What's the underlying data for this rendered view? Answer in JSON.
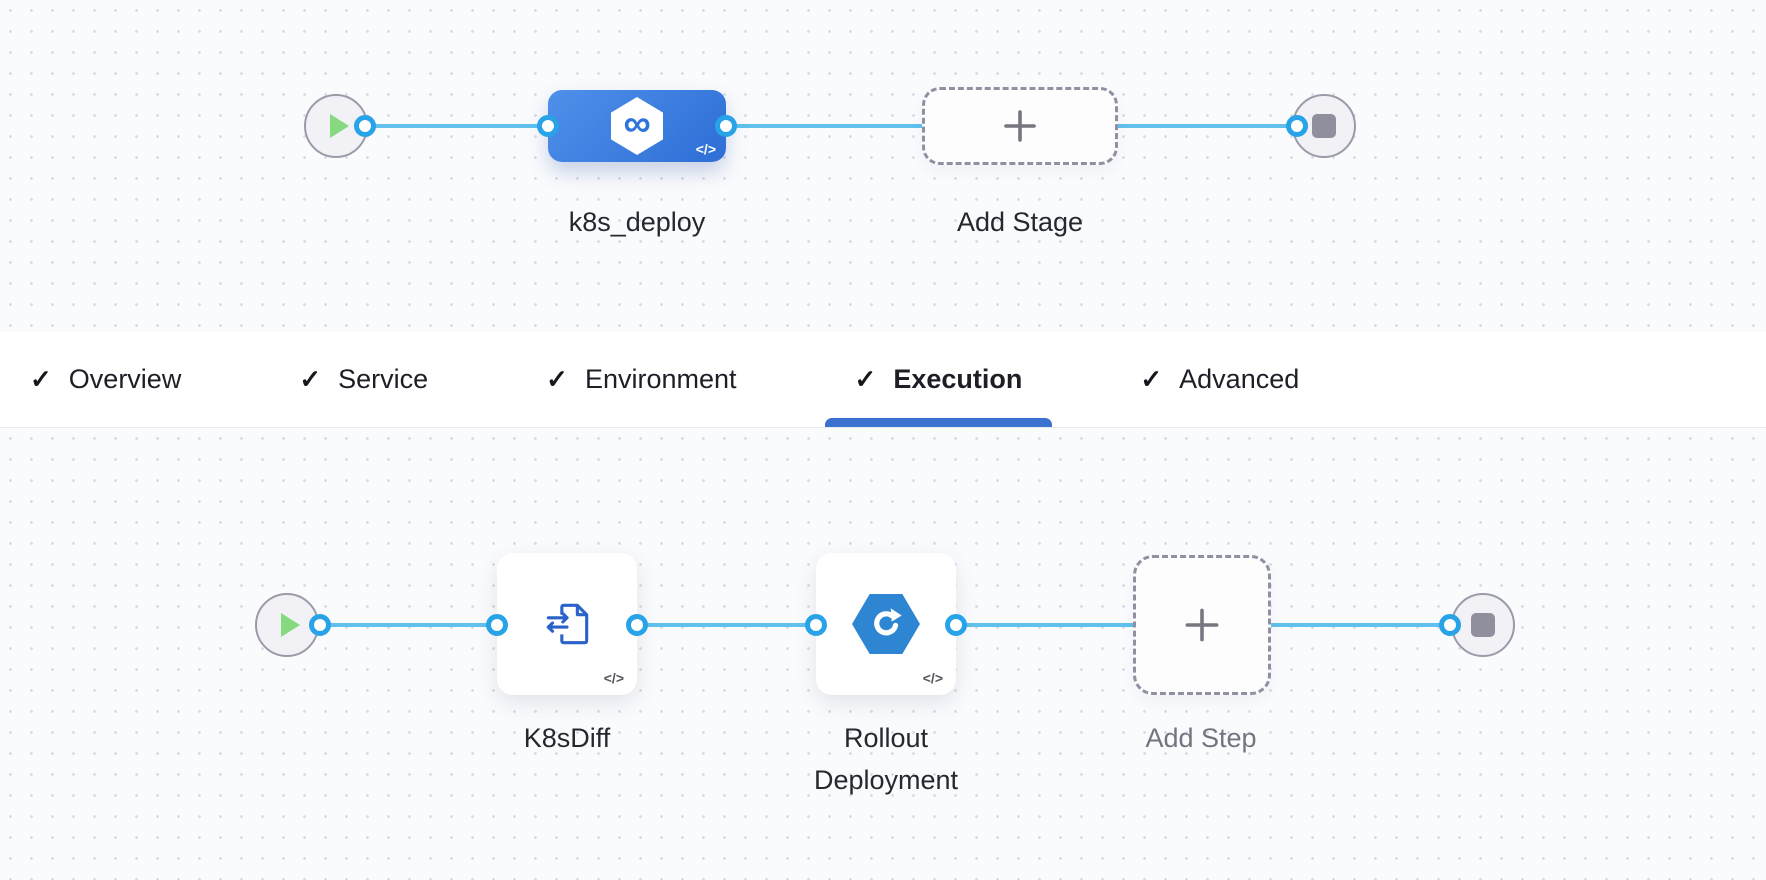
{
  "glyphs": {
    "check": "✓",
    "code_badge": "</>",
    "infinity": "∞"
  },
  "stage_row": {
    "stage_name": "k8s_deploy",
    "add_stage_label": "Add Stage"
  },
  "tabs": [
    {
      "label": "Overview",
      "checked": true,
      "active": false
    },
    {
      "label": "Service",
      "checked": true,
      "active": false
    },
    {
      "label": "Environment",
      "checked": true,
      "active": false
    },
    {
      "label": "Execution",
      "checked": true,
      "active": true
    },
    {
      "label": "Advanced",
      "checked": true,
      "active": false
    }
  ],
  "execution_row": {
    "step1_name": "K8sDiff",
    "step2_name": "Rollout Deployment",
    "add_step_label": "Add Step"
  },
  "colors": {
    "edge_blue": "#5fc1ec",
    "port_ring_blue": "#29a3e7",
    "stage_blue_gradient_start": "#4e90ea",
    "stage_blue_gradient_end": "#2e6ed6",
    "active_tab_underline": "#3b72d0",
    "rollout_icon_blue": "#2e86d2",
    "diff_icon_blue": "#2a62c9",
    "play_green": "#86d97e",
    "stop_gray": "#8f8f9e"
  }
}
